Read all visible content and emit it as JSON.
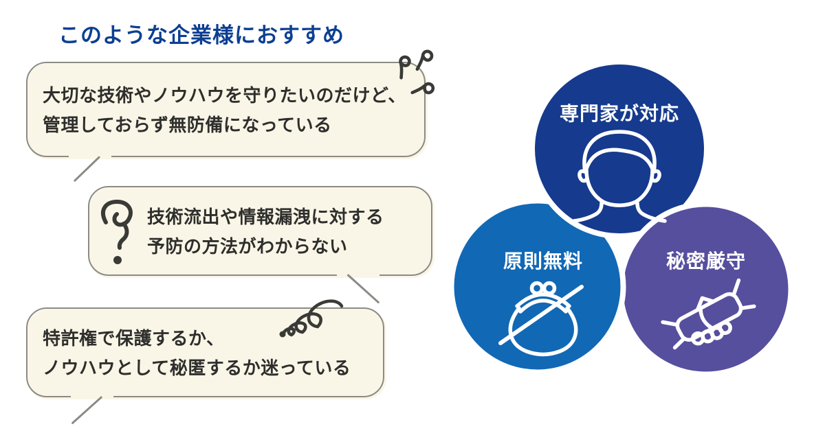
{
  "title": "このような企業様におすすめ",
  "bubbles": [
    {
      "line1": "大切な技術やノウハウを守りたいのだけど、",
      "line2": "管理しておらず無防備になっている",
      "doodle": "surprise-marks"
    },
    {
      "line1": "技術流出や情報漏洩に対する",
      "line2": "予防の方法がわからない",
      "doodle": "question-mark"
    },
    {
      "line1": "特許権で保護するか、",
      "line2": "ノウハウとして秘匿するか迷っている",
      "doodle": "swirl"
    }
  ],
  "benefits": [
    {
      "label": "専門家が対応",
      "icon": "person-icon",
      "color": "#163a8d"
    },
    {
      "label": "原則無料",
      "icon": "no-money-purse-icon",
      "color": "#1168b5"
    },
    {
      "label": "秘密厳守",
      "icon": "handshake-icon",
      "color": "#564f9e"
    }
  ],
  "colors": {
    "title_text": "#0c3f92",
    "bubble_bg": "#faf6e7",
    "bubble_border": "#8b8a85",
    "bubble_text": "#2e2e2c",
    "doodle_ink": "#3a3a36",
    "ring": "#ffffff"
  }
}
